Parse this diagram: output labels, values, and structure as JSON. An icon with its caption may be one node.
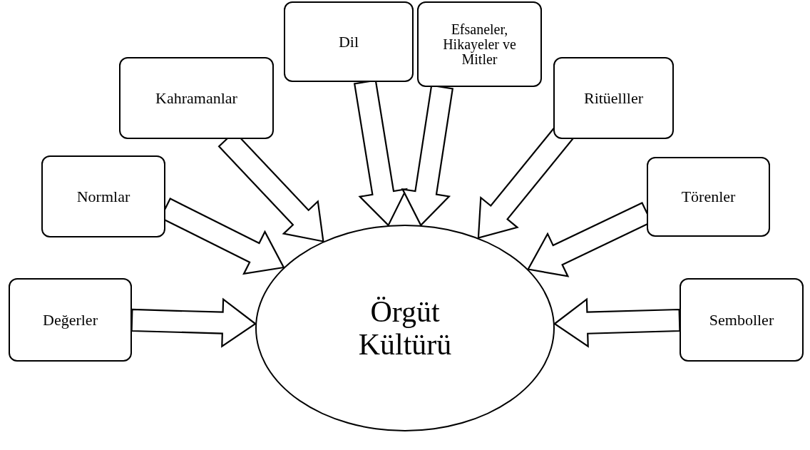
{
  "diagram": {
    "nodes": [
      {
        "text": [
          "Örgüt Kültürü"
        ]
      },
      {
        "text": [
          "Değerler"
        ]
      },
      {
        "text": [
          "Normlar"
        ]
      },
      {
        "text": [
          "Kahramanlar"
        ]
      },
      {
        "text": [
          "Dil"
        ]
      },
      {
        "text": [
          "Efsaneler, Hikayeler ve Mitler"
        ]
      },
      {
        "text": [
          "Ritüelller"
        ]
      },
      {
        "text": [
          "Törenler"
        ]
      },
      {
        "text": [
          "Semboller"
        ]
      }
    ],
    "edges": [
      {
        "from": 1,
        "to": 0,
        "arrow": "to"
      },
      {
        "from": 2,
        "to": 0,
        "arrow": "to"
      },
      {
        "from": 3,
        "to": 0,
        "arrow": "to"
      },
      {
        "from": 4,
        "to": 0,
        "arrow": "to"
      },
      {
        "from": 5,
        "to": 0,
        "arrow": "to"
      },
      {
        "from": 6,
        "to": 0,
        "arrow": "to"
      },
      {
        "from": 7,
        "to": 0,
        "arrow": "to"
      },
      {
        "from": 8,
        "to": 0,
        "arrow": "to"
      }
    ]
  }
}
